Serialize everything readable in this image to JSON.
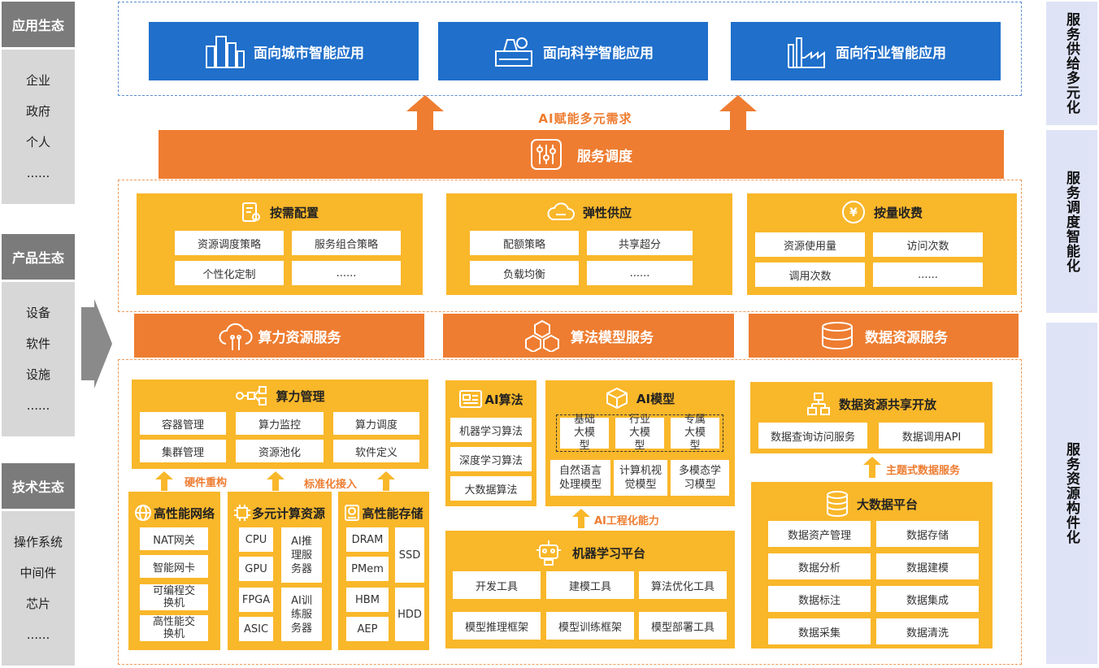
{
  "left": {
    "app_eco": {
      "title": "应用生态",
      "items": [
        "企业",
        "政府",
        "个人",
        "......"
      ]
    },
    "product_eco": {
      "title": "产品生态",
      "items": [
        "设备",
        "软件",
        "设施",
        "......"
      ]
    },
    "tech_eco": {
      "title": "技术生态",
      "items": [
        "操作系统",
        "中间件",
        "芯片",
        "......"
      ]
    }
  },
  "right_strips": [
    "服务供给多元化",
    "服务调度智能化",
    "服务资源构件化"
  ],
  "apps": [
    "面向城市智能应用",
    "面向科学智能应用",
    "面向行业智能应用"
  ],
  "ai_note": "AI赋能多元需求",
  "scheduling_bar": "服务调度",
  "scheduling_panels": [
    {
      "title": "按需配置",
      "cells": [
        "资源调度策略",
        "服务组合策略",
        "个性化定制",
        "......"
      ]
    },
    {
      "title": "弹性供应",
      "cells": [
        "配额策略",
        "共享超分",
        "负载均衡",
        "......"
      ]
    },
    {
      "title": "按量收费",
      "cells": [
        "资源使用量",
        "访问次数",
        "调用次数",
        "......"
      ]
    }
  ],
  "service_bars": [
    "算力资源服务",
    "算法模型服务",
    "数据资源服务"
  ],
  "compute_mgmt": {
    "title": "算力管理",
    "cells": [
      "容器管理",
      "算力监控",
      "算力调度",
      "集群管理",
      "资源池化",
      "软件定义"
    ]
  },
  "compute_notes": [
    "硬件重构",
    "标准化接入"
  ],
  "hp_network": {
    "title": "高性能网络",
    "cells": [
      "NAT网关",
      "智能网卡",
      "可编程交换机",
      "高性能交换机"
    ]
  },
  "multi_compute": {
    "title": "多元计算资源",
    "cells": [
      "CPU",
      "GPU",
      "FPGA",
      "ASIC",
      "AI推理服务器",
      "AI训练服务器"
    ]
  },
  "hp_storage": {
    "title": "高性能存储",
    "cells": [
      "DRAM",
      "PMem",
      "HBM",
      "AEP",
      "SSD",
      "HDD"
    ]
  },
  "ai_algo": {
    "title": "AI算法",
    "cells": [
      "机器学习算法",
      "深度学习算法",
      "大数据算法"
    ]
  },
  "ai_model": {
    "title": "AI模型",
    "big": [
      "基础大模型",
      "行业大模型",
      "专属大模型"
    ],
    "cells": [
      "自然语言处理模型",
      "计算机视觉模型",
      "多模态学习模型"
    ]
  },
  "ai_eng_note": "AI工程化能力",
  "ml_platform": {
    "title": "机器学习平台",
    "cells": [
      "开发工具",
      "建模工具",
      "算法优化工具",
      "模型推理框架",
      "模型训练框架",
      "模型部署工具"
    ]
  },
  "data_share": {
    "title": "数据资源共享开放",
    "cells": [
      "数据查询访问服务",
      "数据调用API"
    ]
  },
  "data_note": "主题式数据服务",
  "bigdata": {
    "title": "大数据平台",
    "cells": [
      "数据资产管理",
      "数据存储",
      "数据分析",
      "数据建模",
      "数据标注",
      "数据集成",
      "数据采集",
      "数据清洗"
    ]
  }
}
